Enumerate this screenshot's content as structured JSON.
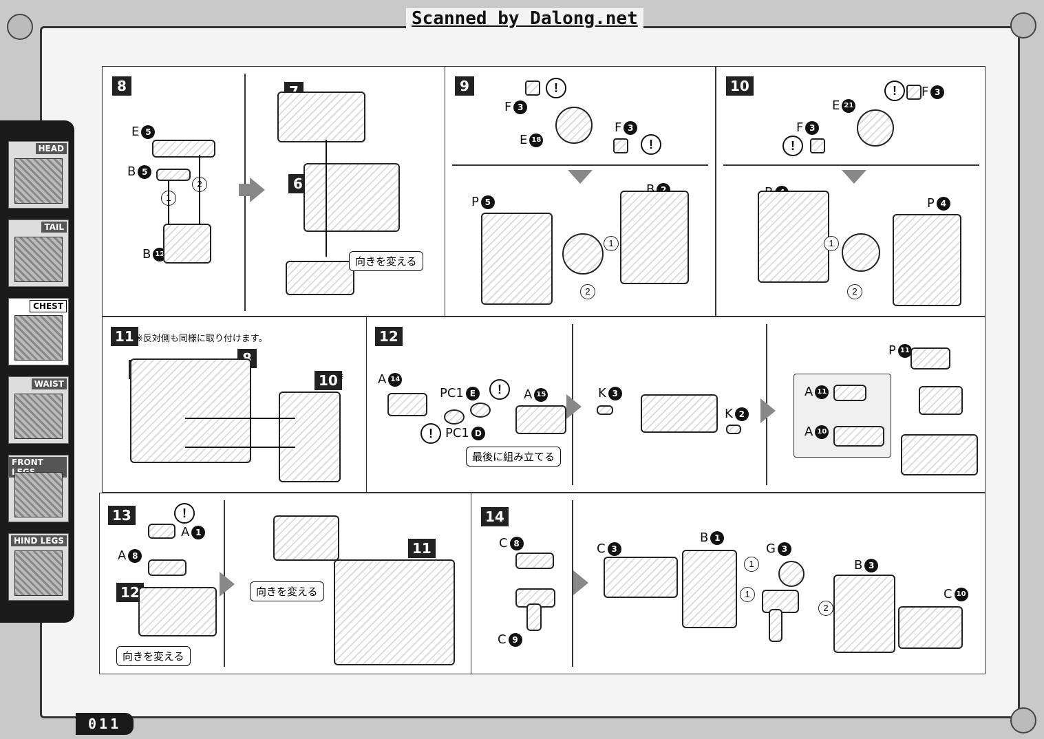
{
  "header": {
    "scan_credit": "Scanned by Dalong.net"
  },
  "sidebar": {
    "tabs": [
      {
        "label": "HEAD"
      },
      {
        "label": "TAIL"
      },
      {
        "label": "CHEST"
      },
      {
        "label": "WAIST"
      },
      {
        "label": "FRONT LEGS"
      },
      {
        "label": "HIND LEGS"
      }
    ],
    "active": "CHEST"
  },
  "page_number": "011",
  "steps": {
    "s8": {
      "num": "8",
      "ref7": "7",
      "ref6": "6",
      "parts": [
        "E",
        "B",
        "B"
      ],
      "part_nums": [
        "5",
        "5",
        "12"
      ],
      "order": [
        "1",
        "2"
      ],
      "callout": "向きを変える"
    },
    "s9": {
      "num": "9",
      "parts": [
        "F",
        "E",
        "F",
        "P",
        "B"
      ],
      "part_nums": [
        "3",
        "18",
        "3",
        "5",
        "2"
      ],
      "order": [
        "1",
        "2"
      ],
      "excl": "!"
    },
    "s10": {
      "num": "10",
      "parts": [
        "F",
        "E",
        "F",
        "B",
        "P"
      ],
      "part_nums": [
        "3",
        "21",
        "3",
        "4",
        "4"
      ],
      "order": [
        "1",
        "2"
      ],
      "excl": "!"
    },
    "s11": {
      "num": "11",
      "note": "※反対側も同様に取り付けます。",
      "ref9": "9",
      "ref8": "8",
      "ref10": "10",
      "ref10_mark": "※"
    },
    "s12": {
      "num": "12",
      "parts": [
        "A",
        "PC1",
        "A",
        "PC1",
        "K",
        "K",
        "P",
        "A",
        "A"
      ],
      "part_nums": [
        "14",
        "E",
        "15",
        "D",
        "3",
        "2",
        "11",
        "11",
        "10"
      ],
      "callout": "最後に組み立てる",
      "excl": "!"
    },
    "s13": {
      "num": "13",
      "parts": [
        "A",
        "A"
      ],
      "part_nums": [
        "1",
        "8"
      ],
      "ref12": "12",
      "ref11": "11",
      "callout1": "向きを変える",
      "callout2": "向きを変える",
      "excl": "!"
    },
    "s14": {
      "num": "14",
      "parts": [
        "C",
        "C",
        "C",
        "B",
        "G",
        "B",
        "C"
      ],
      "part_nums": [
        "8",
        "9",
        "3",
        "1",
        "3",
        "3",
        "10"
      ],
      "order": [
        "1",
        "1",
        "2"
      ]
    }
  }
}
